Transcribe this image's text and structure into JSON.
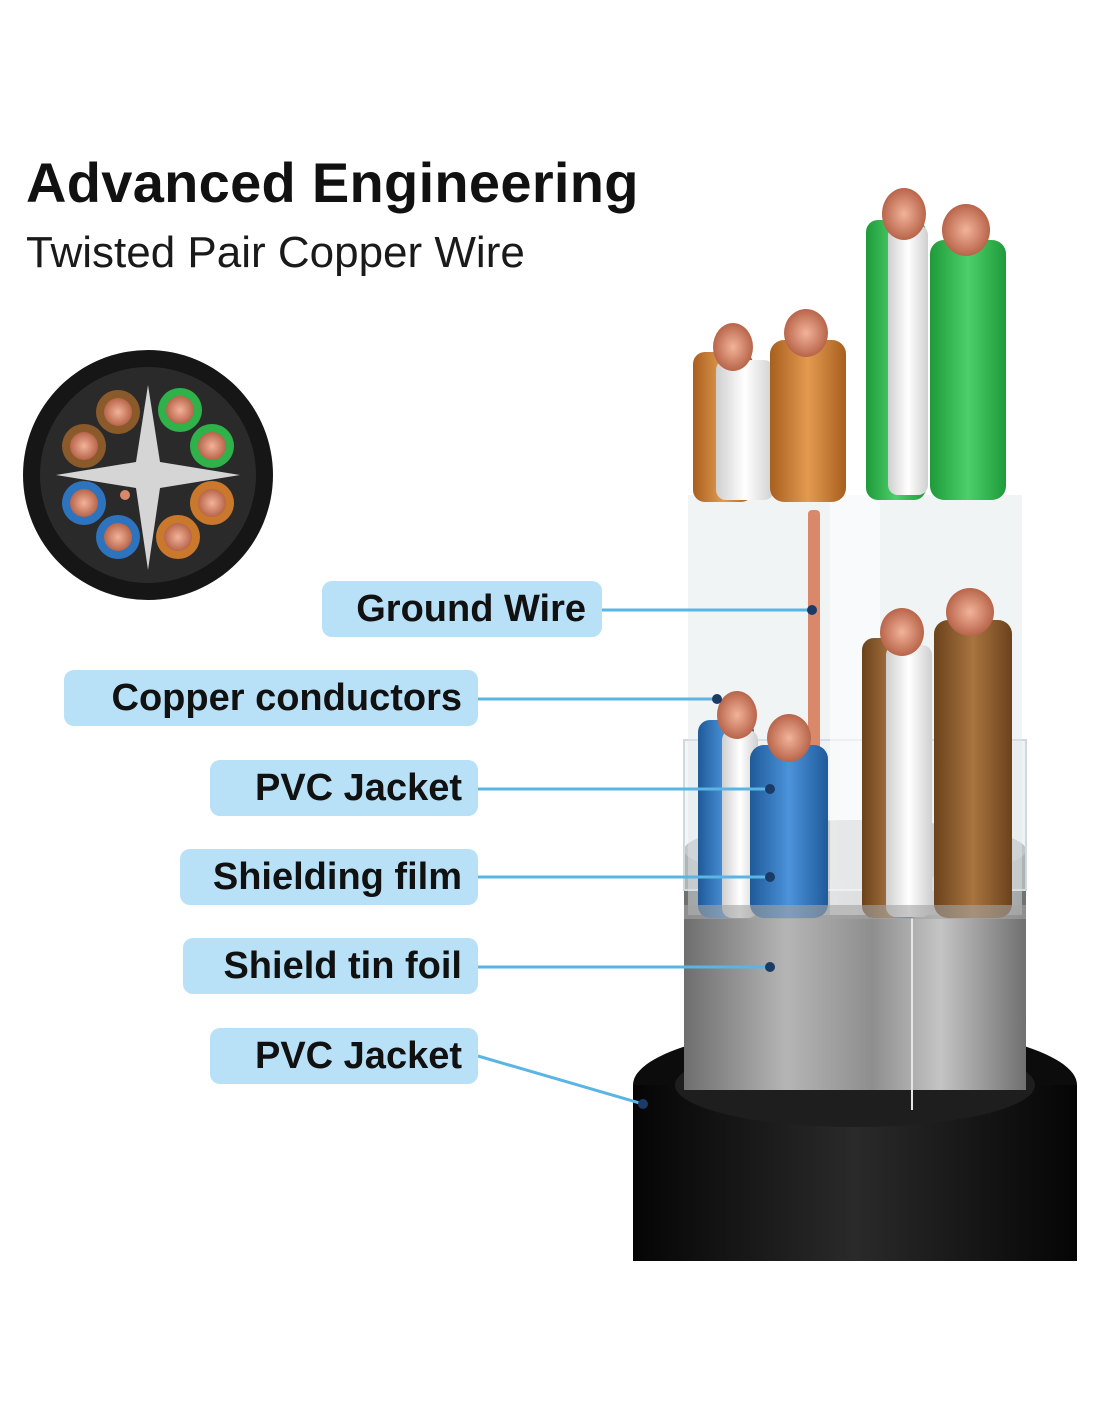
{
  "header": {
    "title": "Advanced Engineering",
    "subtitle": "Twisted Pair Copper Wire"
  },
  "labels": [
    "Ground Wire",
    "Copper conductors",
    "PVC Jacket",
    "Shielding film",
    "Shield tin foil",
    "PVC Jacket"
  ],
  "colors": {
    "label_bg": "#b8e1f7",
    "leader_line": "#5bb5e3",
    "copper": "#d9896a",
    "green": "#2fb24a",
    "orange": "#c9782c",
    "blue": "#2d73bd",
    "brown": "#8b5a2b",
    "jacket": "#111111"
  }
}
